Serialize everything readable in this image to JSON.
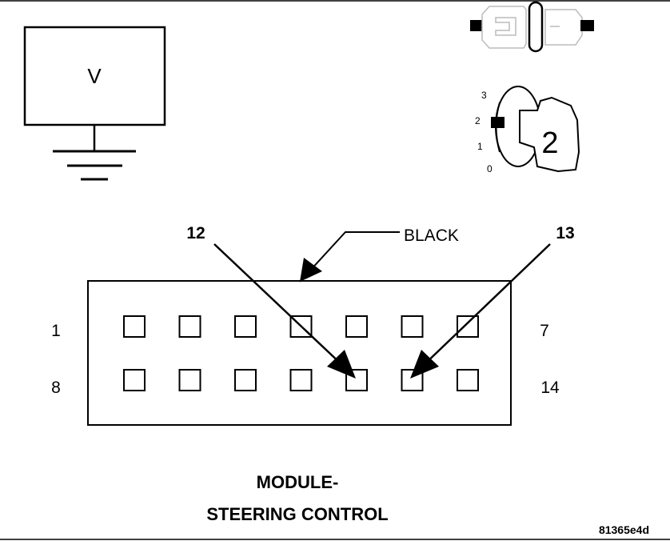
{
  "meter": {
    "label": "V"
  },
  "ignition": {
    "positions": [
      "3",
      "2",
      "1",
      "0"
    ],
    "key_position": "2"
  },
  "connector": {
    "color_label": "BLACK",
    "pin_callouts": [
      "12",
      "13"
    ],
    "row_labels": {
      "top_left": "1",
      "top_right": "7",
      "bottom_left": "8",
      "bottom_right": "14"
    },
    "pin_count": 14
  },
  "title": {
    "line1": "MODULE-",
    "line2": "STEERING CONTROL"
  },
  "figure_id": "81365e4d"
}
